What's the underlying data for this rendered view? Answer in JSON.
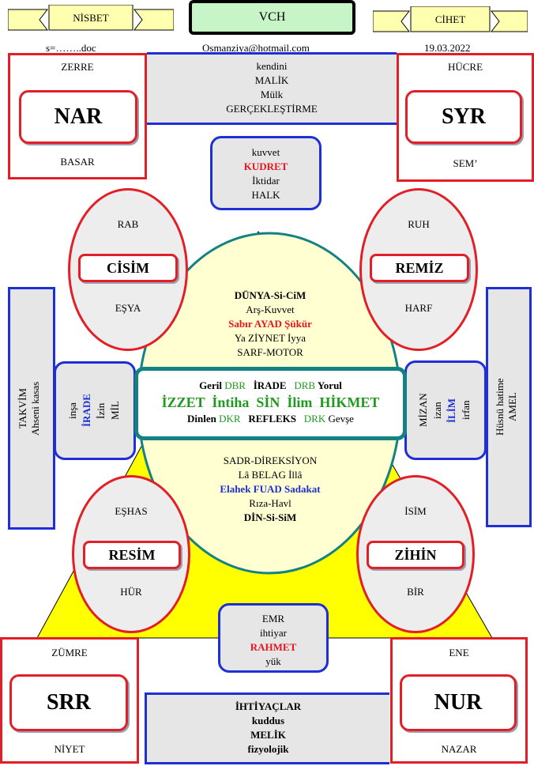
{
  "header": {
    "nisbet": "NİSBET",
    "vch": "VCH",
    "cihet": "CİHET",
    "file": "s=……..doc",
    "email": "Osmanziya@hotmail.com",
    "date": "19.03.2022"
  },
  "top_left": {
    "top": "ZERRE",
    "center": "NAR",
    "bottom": "BASAR"
  },
  "top_right": {
    "top": "HÜCRE",
    "center": "SYR",
    "bottom": "SEM’"
  },
  "bottom_left": {
    "top": "ZÜMRE",
    "center": "SRR",
    "bottom": "NİYET"
  },
  "bottom_right": {
    "top": "ENE",
    "center": "NUR",
    "bottom": "NAZAR"
  },
  "top_band": [
    "kendini",
    "MALİK",
    "Mülk",
    "GERÇEKLEŞTİRME"
  ],
  "bottom_band": [
    "İHTİYAÇLAR",
    "kuddus",
    "MELİK",
    "fizyolojik"
  ],
  "kudret_box": {
    "l1": "kuvvet",
    "l2": "KUDRET",
    "l3": "İktidar",
    "l4": "HALK"
  },
  "rahmet_box": {
    "l1": "EMR",
    "l2": "ihtiyar",
    "l3": "RAHMET",
    "l4": "yük"
  },
  "ell_cisim": {
    "top": "RAB",
    "center": "CİSİM",
    "bottom": "EŞYA"
  },
  "ell_remiz": {
    "top": "RUH",
    "center": "REMİZ",
    "bottom": "HARF"
  },
  "ell_resim": {
    "top": "EŞHAS",
    "center": "RESİM",
    "bottom": "HÜR"
  },
  "ell_zihin": {
    "top": "İSİM",
    "center": "ZİHİN",
    "bottom": "BİR"
  },
  "left_side": {
    "l1": "TAKVİM",
    "l2": "Ahseni kasas"
  },
  "right_side": {
    "l1": "Hüsnü hatime",
    "l2": "AMEL"
  },
  "irade_box": {
    "l1": "inşa",
    "l2": "İRADE",
    "l3": "İzin",
    "l4": "MİL"
  },
  "ilim_box": {
    "l1": "MİZAN",
    "l2": "izan",
    "l3": "İLİM",
    "l4": "irfan"
  },
  "egg_top": {
    "l1": "DÜNYA-Si-CiM",
    "l2": "Arş-Kuvvet",
    "l3": "Sabır  AYAD Şükür",
    "l4": "Ya  ZİYNET İyya",
    "l5": "SARF-MOTOR"
  },
  "egg_bottom": {
    "l1": "SADR-DİREKSİYON",
    "l2": "Lâ BELAG İllâ",
    "l3": "Elahek FUAD Sadakat",
    "l4": "Rıza-Havl",
    "l5": "DİN-Si-SiM"
  },
  "center_box": {
    "r1": {
      "a": "Geril",
      "b": "DBR",
      "c": "İRADE",
      "d": "DRB",
      "e": "Yorul"
    },
    "r2": "İZZET  İntiha  SİN  İlim  HİKMET",
    "r3": {
      "a": "Dinlen",
      "b": "DKR",
      "c": "REFLEKS",
      "d": "DRK",
      "e": "Gevşe"
    }
  },
  "colors": {
    "red": "#e21f26",
    "blue": "#1f2fd6",
    "teal": "#148282",
    "yellow": "#ffff00",
    "egg": "#ffffd2",
    "green": "#1f9a1f",
    "vch_bg": "#c8f5c8"
  }
}
